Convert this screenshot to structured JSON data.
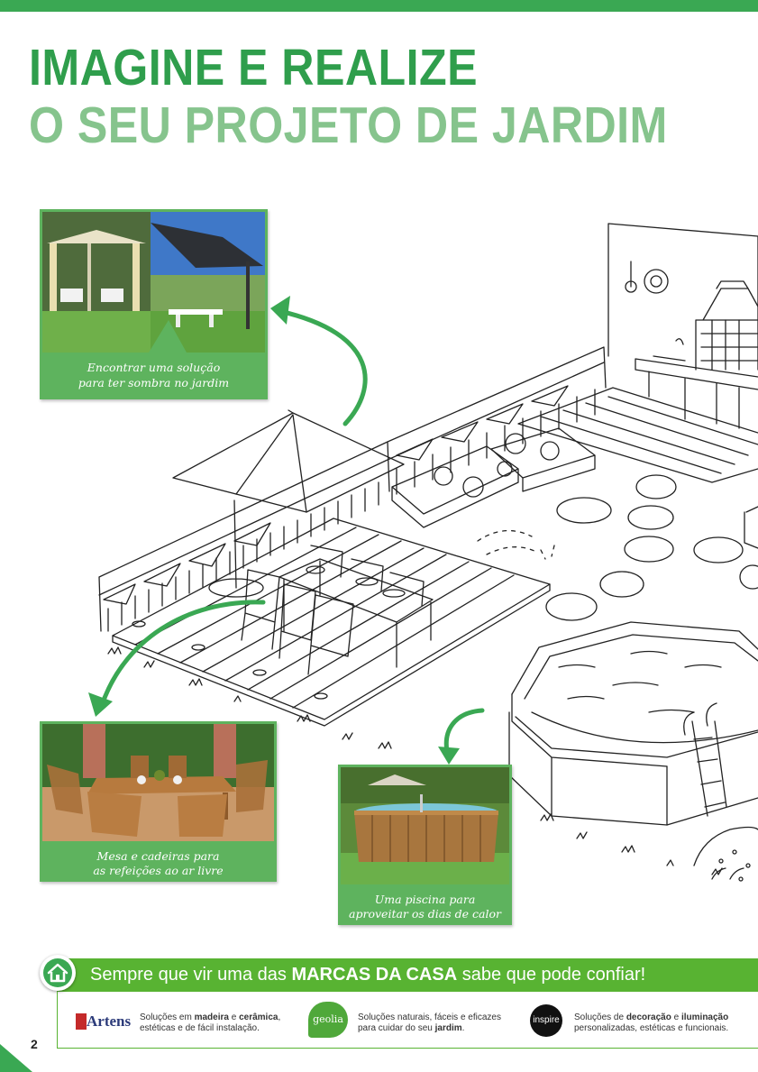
{
  "header": {
    "title_line1": "IMAGINE E REALIZE",
    "title_line2": "O SEU PROJETO DE JARDIM"
  },
  "cards": [
    {
      "id": "shade",
      "caption_line1": "Encontrar uma solução",
      "caption_line2": "para ter sombra no jardim"
    },
    {
      "id": "dining",
      "caption_line1": "Mesa e cadeiras para",
      "caption_line2": "as refeições ao ar livre"
    },
    {
      "id": "pool",
      "caption_line1": "Uma piscina para",
      "caption_line2": "aproveitar os dias de calor"
    }
  ],
  "banner": {
    "text_pre": "Sempre que vir uma das ",
    "text_bold": "MARCAS DA CASA",
    "text_post": " sabe que pode confiar!"
  },
  "brands": [
    {
      "name": "Artens",
      "desc_1": "Soluções em ",
      "desc_b1": "madeira",
      "desc_2": " e ",
      "desc_b2": "cerâmica",
      "desc_3": ",",
      "desc_line2": "estéticas e de fácil instalação."
    },
    {
      "name": "geolia",
      "desc_line1": "Soluções naturais, fáceis e eficazes",
      "desc_2": "para cuidar do seu ",
      "desc_b2": "jardim",
      "desc_3": "."
    },
    {
      "name": "inspire",
      "desc_1": "Soluções de ",
      "desc_b1": "decoração",
      "desc_2": " e ",
      "desc_b2": "iluminação",
      "desc_line2": "personalizadas, estéticas e funcionais."
    }
  ],
  "footer": {
    "page_number": "2"
  },
  "colors": {
    "brand_green": "#3aa853",
    "light_green": "#86c48d",
    "banner_green": "#58b332",
    "card_green": "#5eb35e"
  }
}
